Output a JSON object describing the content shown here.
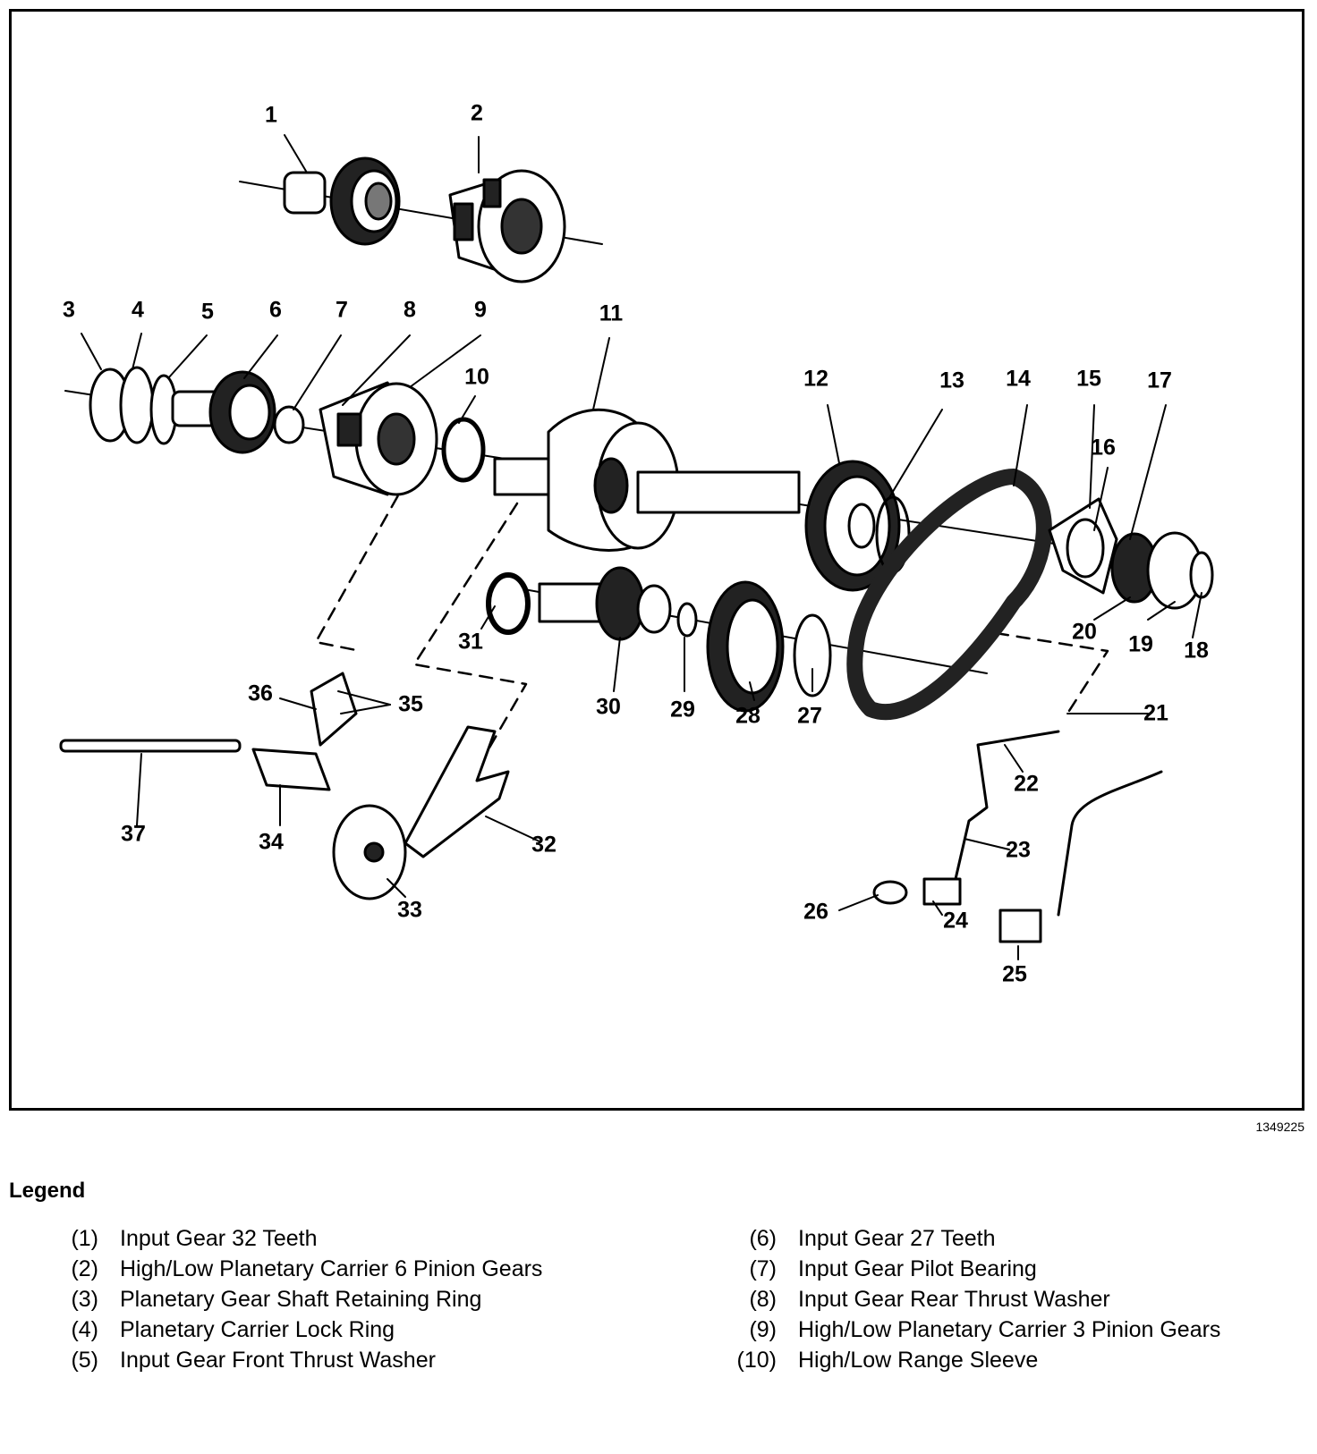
{
  "figure_id": "1349225",
  "legend": {
    "title": "Legend",
    "left": [
      {
        "num": "(1)",
        "text": "Input Gear 32 Teeth"
      },
      {
        "num": "(2)",
        "text": "High/Low Planetary Carrier 6 Pinion Gears"
      },
      {
        "num": "(3)",
        "text": "Planetary Gear Shaft Retaining Ring"
      },
      {
        "num": "(4)",
        "text": "Planetary Carrier Lock Ring"
      },
      {
        "num": "(5)",
        "text": "Input Gear Front Thrust Washer"
      }
    ],
    "right": [
      {
        "num": "(6)",
        "text": "Input Gear 27 Teeth"
      },
      {
        "num": "(7)",
        "text": "Input Gear Pilot Bearing"
      },
      {
        "num": "(8)",
        "text": "Input Gear Rear Thrust Washer"
      },
      {
        "num": "(9)",
        "text": "High/Low Planetary Carrier 3 Pinion Gears"
      },
      {
        "num": "(10)",
        "text": "High/Low Range Sleeve"
      }
    ]
  },
  "callouts": [
    "1",
    "2",
    "3",
    "4",
    "5",
    "6",
    "7",
    "8",
    "9",
    "10",
    "11",
    "12",
    "13",
    "14",
    "15",
    "16",
    "17",
    "18",
    "19",
    "20",
    "21",
    "22",
    "23",
    "24",
    "25",
    "26",
    "27",
    "28",
    "29",
    "30",
    "31",
    "32",
    "33",
    "34",
    "35",
    "36",
    "37"
  ],
  "colors": {
    "line": "#000000",
    "background": "#ffffff"
  }
}
